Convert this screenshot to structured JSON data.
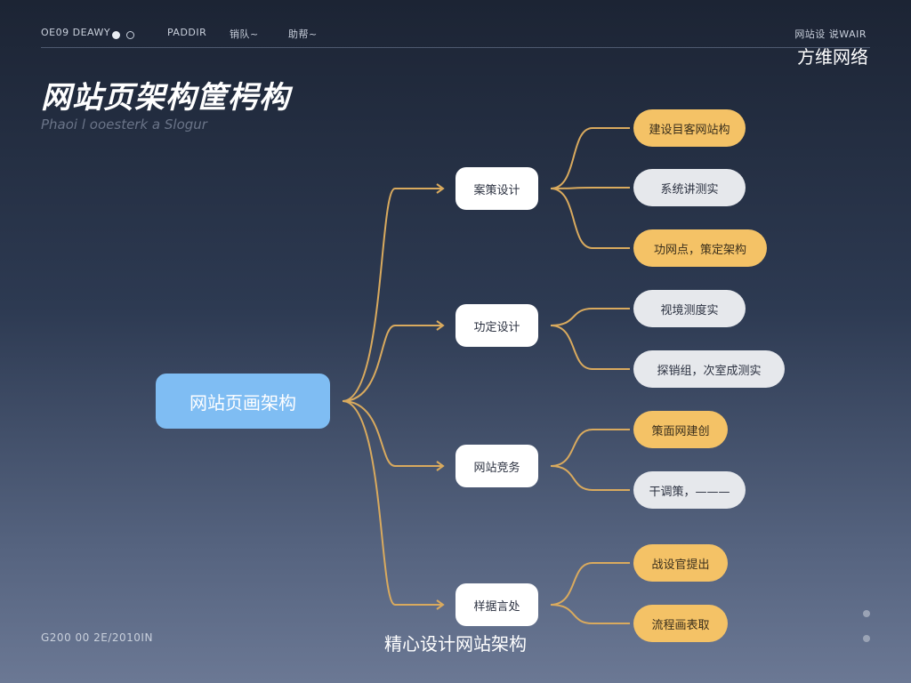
{
  "header": {
    "brand": "OE09 DEAWY",
    "nav": [
      "PADDIR",
      "销队~",
      "助帮~"
    ],
    "right_text": "网站设 说WAIR",
    "top_right_label": "方维网络"
  },
  "title": "网站页架构筐枵构",
  "subtitle": "Phaoi l ooesterk a Slogur",
  "root": {
    "label": "网站页画架构"
  },
  "branches": [
    {
      "label": "案策设计",
      "children": [
        {
          "label": "建设目客网站构",
          "color": "yellow"
        },
        {
          "label": "系统讲测实",
          "color": "white"
        },
        {
          "label": "功网点，策定架构",
          "color": "yellow"
        }
      ]
    },
    {
      "label": "功定设计",
      "children": [
        {
          "label": "视境测度实",
          "color": "white"
        },
        {
          "label": "探销组，次室成测实",
          "color": "white"
        }
      ]
    },
    {
      "label": "网站竞务",
      "children": [
        {
          "label": "策面网建创",
          "color": "yellow"
        },
        {
          "label": "干调策，———",
          "color": "white"
        }
      ]
    },
    {
      "label": "样据言处",
      "children": [
        {
          "label": "战设官提出",
          "color": "yellow"
        },
        {
          "label": "流程画表取",
          "color": "yellow"
        }
      ]
    }
  ],
  "footer": {
    "left_text": "G200 00  2E/2010IN",
    "caption": "精心设计网站架构"
  },
  "colors": {
    "root": "#7fbdf3",
    "mid": "#ffffff",
    "leaf_yellow": "#f4c266",
    "leaf_white": "#e6e8ec",
    "connector": "#d9aa5e"
  }
}
